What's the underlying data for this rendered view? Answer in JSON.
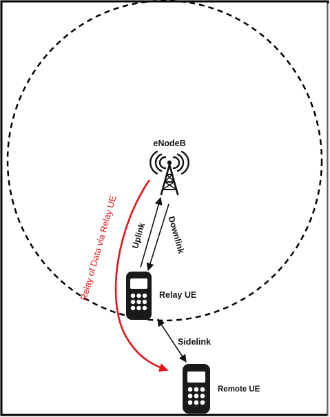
{
  "labels": {
    "enodeb": "eNodeB",
    "uplink": "Uplink",
    "downlink": "Downlink",
    "relay_ue": "Relay UE",
    "sidelink": "Sidelink",
    "remote_ue": "Remote UE",
    "relay_path": "Relay of Data via Relay UE"
  },
  "colors": {
    "frame": "#000000",
    "coverage": "#000000",
    "relay_path": "#e8141b",
    "device_body": "#1a1a1a",
    "device_keys": "#ffffff"
  },
  "icons": {
    "tower": "cell-tower-icon",
    "device": "mobile-phone-icon"
  }
}
